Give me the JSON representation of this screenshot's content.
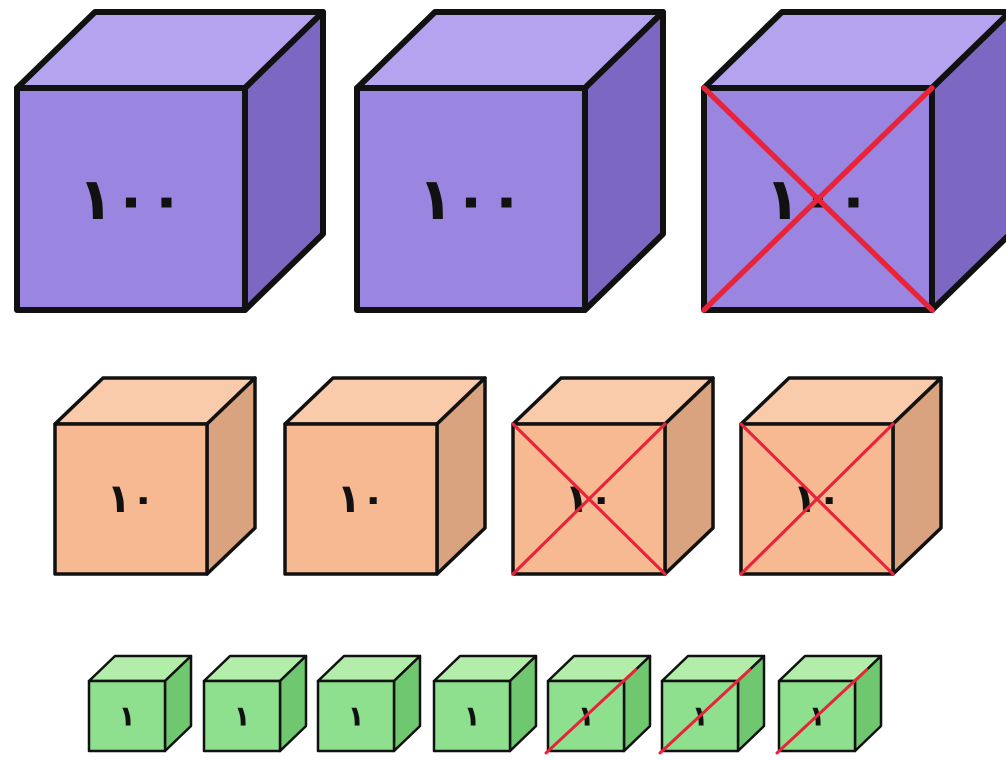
{
  "colors": {
    "hundreds_front": "#9a86e0",
    "hundreds_top": "#b4a3ee",
    "hundreds_side": "#7c68c2",
    "tens_front": "#f6b992",
    "tens_top": "#f9cbab",
    "tens_side": "#d9a37f",
    "ones_front": "#8ee08e",
    "ones_top": "#b2edaa",
    "ones_side": "#6fc76f",
    "outline": "#111111",
    "cross": "#e8243a"
  },
  "rows": [
    {
      "name": "hundreds",
      "blocks": [
        {
          "label": "١٠٠",
          "crossed": false
        },
        {
          "label": "١٠٠",
          "crossed": false
        },
        {
          "label": "١٠٠",
          "crossed": true
        }
      ]
    },
    {
      "name": "tens",
      "blocks": [
        {
          "label": "١٠",
          "crossed": false
        },
        {
          "label": "١٠",
          "crossed": false
        },
        {
          "label": "١٠",
          "crossed": true
        },
        {
          "label": "١٠",
          "crossed": true
        }
      ]
    },
    {
      "name": "ones",
      "blocks": [
        {
          "label": "١",
          "crossed": false
        },
        {
          "label": "١",
          "crossed": false
        },
        {
          "label": "١",
          "crossed": false
        },
        {
          "label": "١",
          "crossed": false
        },
        {
          "label": "١",
          "crossed": true
        },
        {
          "label": "١",
          "crossed": true
        },
        {
          "label": "١",
          "crossed": true
        }
      ]
    }
  ]
}
